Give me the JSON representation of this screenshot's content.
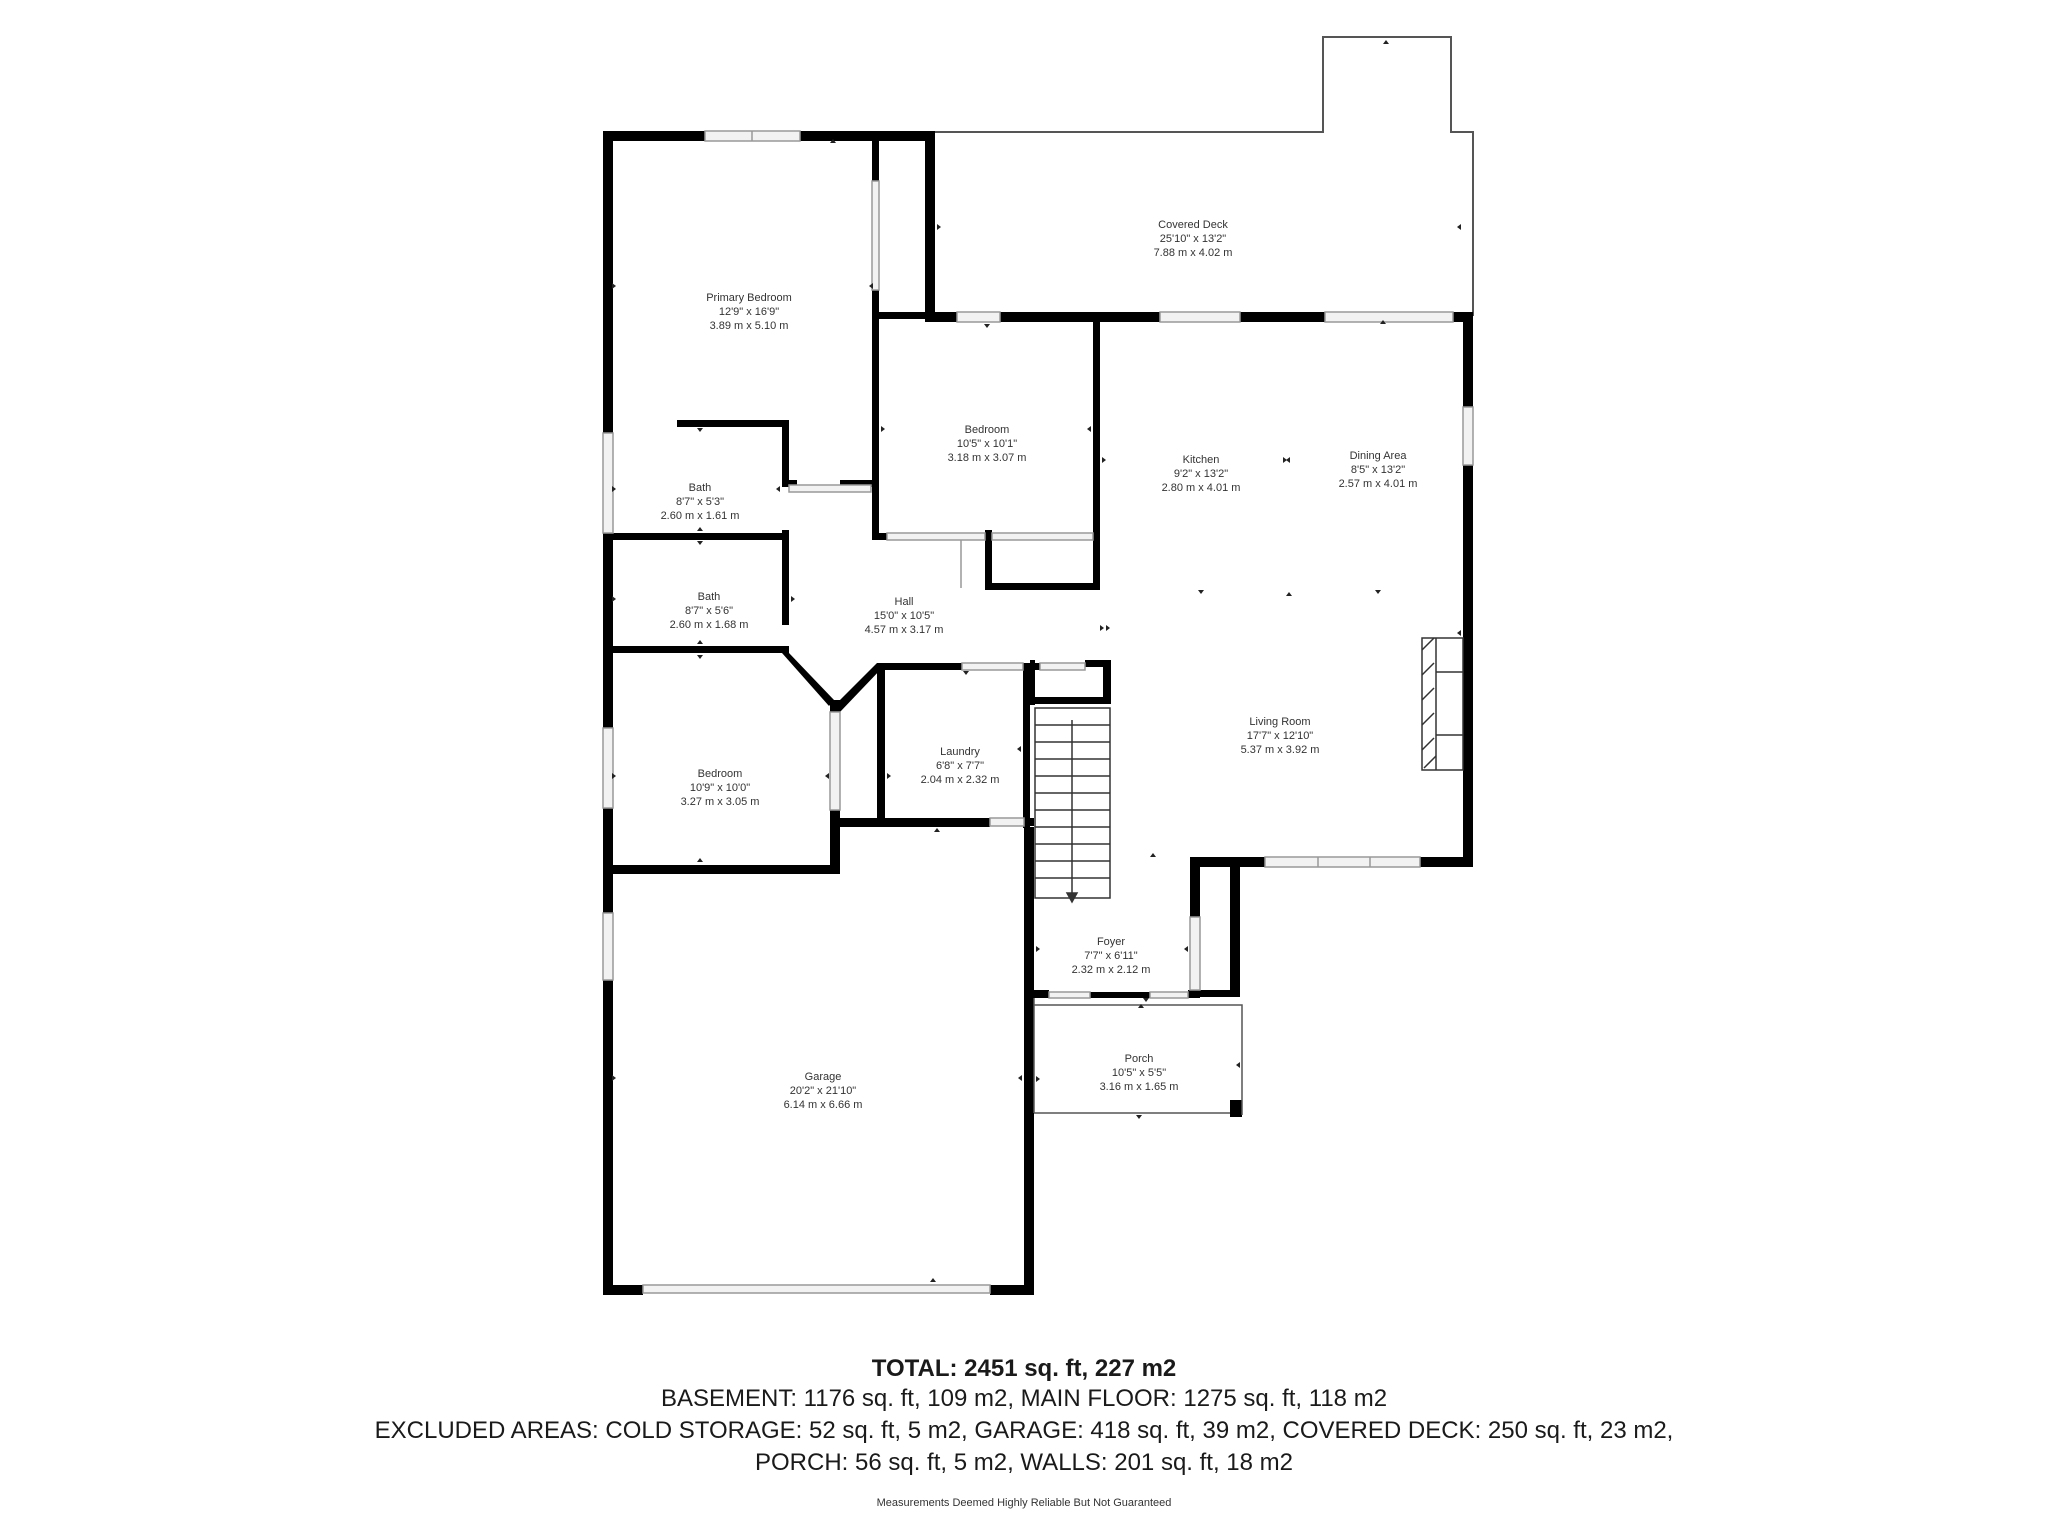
{
  "rooms": {
    "covered_deck": {
      "name": "Covered Deck",
      "imperial": "25'10\" x 13'2\"",
      "metric": "7.88 m x 4.02 m"
    },
    "primary_bedroom": {
      "name": "Primary Bedroom",
      "imperial": "12'9\" x 16'9\"",
      "metric": "3.89 m x 5.10 m"
    },
    "bedroom_1": {
      "name": "Bedroom",
      "imperial": "10'5\" x 10'1\"",
      "metric": "3.18 m x 3.07 m"
    },
    "kitchen": {
      "name": "Kitchen",
      "imperial": "9'2\" x 13'2\"",
      "metric": "2.80 m x 4.01 m"
    },
    "dining_area": {
      "name": "Dining Area",
      "imperial": "8'5\" x 13'2\"",
      "metric": "2.57 m x 4.01 m"
    },
    "bath_1": {
      "name": "Bath",
      "imperial": "8'7\" x 5'3\"",
      "metric": "2.60 m x 1.61 m"
    },
    "bath_2": {
      "name": "Bath",
      "imperial": "8'7\" x 5'6\"",
      "metric": "2.60 m x 1.68 m"
    },
    "hall": {
      "name": "Hall",
      "imperial": "15'0\" x 10'5\"",
      "metric": "4.57 m x 3.17 m"
    },
    "bedroom_2": {
      "name": "Bedroom",
      "imperial": "10'9\" x 10'0\"",
      "metric": "3.27 m x 3.05 m"
    },
    "laundry": {
      "name": "Laundry",
      "imperial": "6'8\" x 7'7\"",
      "metric": "2.04 m x 2.32 m"
    },
    "living_room": {
      "name": "Living Room",
      "imperial": "17'7\" x 12'10\"",
      "metric": "5.37 m x 3.92 m"
    },
    "foyer": {
      "name": "Foyer",
      "imperial": "7'7\" x 6'11\"",
      "metric": "2.32 m x 2.12 m"
    },
    "porch": {
      "name": "Porch",
      "imperial": "10'5\" x 5'5\"",
      "metric": "3.16 m x 1.65 m"
    },
    "garage": {
      "name": "Garage",
      "imperial": "20'2\" x 21'10\"",
      "metric": "6.14 m x 6.66 m"
    }
  },
  "summary": {
    "total": "TOTAL: 2451 sq. ft, 227 m2",
    "line1": "BASEMENT: 1176 sq. ft, 109 m2, MAIN FLOOR: 1275 sq. ft, 118 m2",
    "line2": "EXCLUDED AREAS: COLD STORAGE: 52 sq. ft, 5 m2, GARAGE: 418 sq. ft, 39 m2, COVERED DECK: 250 sq. ft, 23 m2,",
    "line3": "PORCH: 56 sq. ft, 5 m2, WALLS: 201 sq. ft, 18 m2"
  },
  "disclaimer": "Measurements Deemed Highly Reliable But Not Guaranteed",
  "colors": {
    "wall": "#000000",
    "window": "#d9d9d9",
    "background": "#ffffff"
  }
}
